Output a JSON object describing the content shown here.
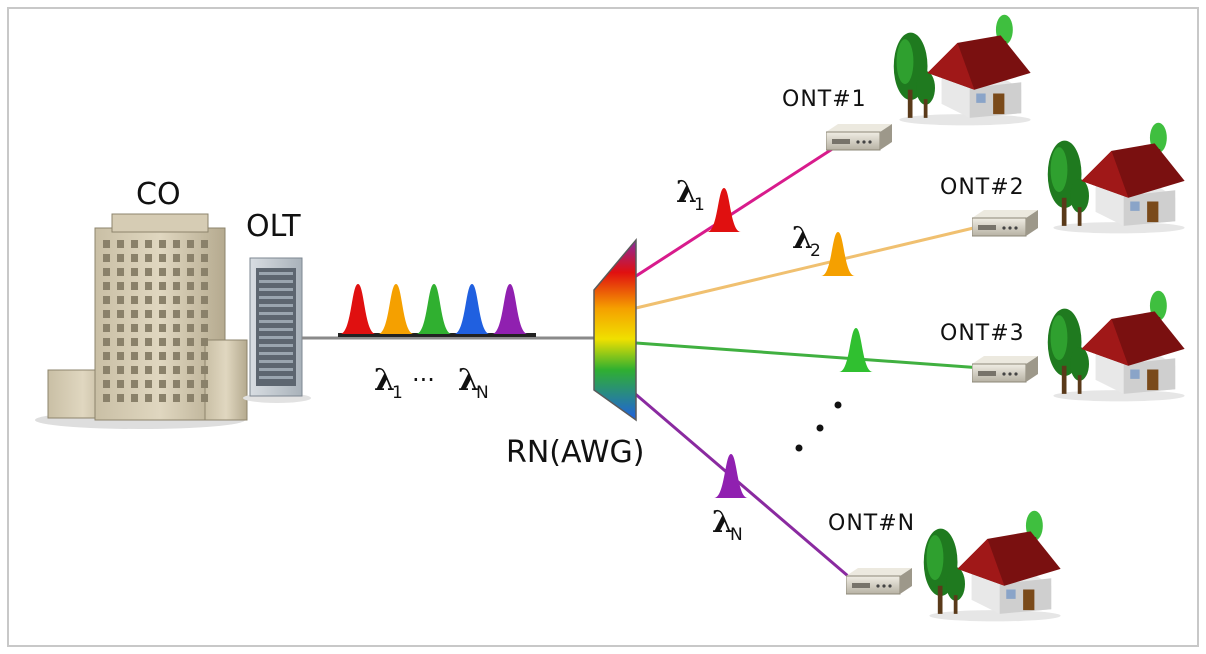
{
  "labels": {
    "co": "CO",
    "olt": "OLT",
    "rn": "RN(AWG)",
    "lambda_range": {
      "l1": "λ",
      "s1": "1",
      "dots": "···",
      "l2": "λ",
      "s2": "N"
    }
  },
  "onts": [
    {
      "label": "ONT#1",
      "lambda": "λ",
      "sub": "1",
      "color": "#d81b8c"
    },
    {
      "label": "ONT#2",
      "lambda": "λ",
      "sub": "2",
      "color": "#f0c070"
    },
    {
      "label": "ONT#3",
      "lambda": "",
      "sub": "",
      "color": "#40b040"
    },
    {
      "label": "ONT#N",
      "lambda": "λ",
      "sub": "N",
      "color": "#8a2aa0"
    }
  ],
  "pulse_colors": [
    "#e01010",
    "#f5a000",
    "#30b030",
    "#2060e0",
    "#9020b0"
  ],
  "branch_pulse_colors": [
    "#e01010",
    "#f5a000",
    "#30c030",
    "#9020b0"
  ]
}
